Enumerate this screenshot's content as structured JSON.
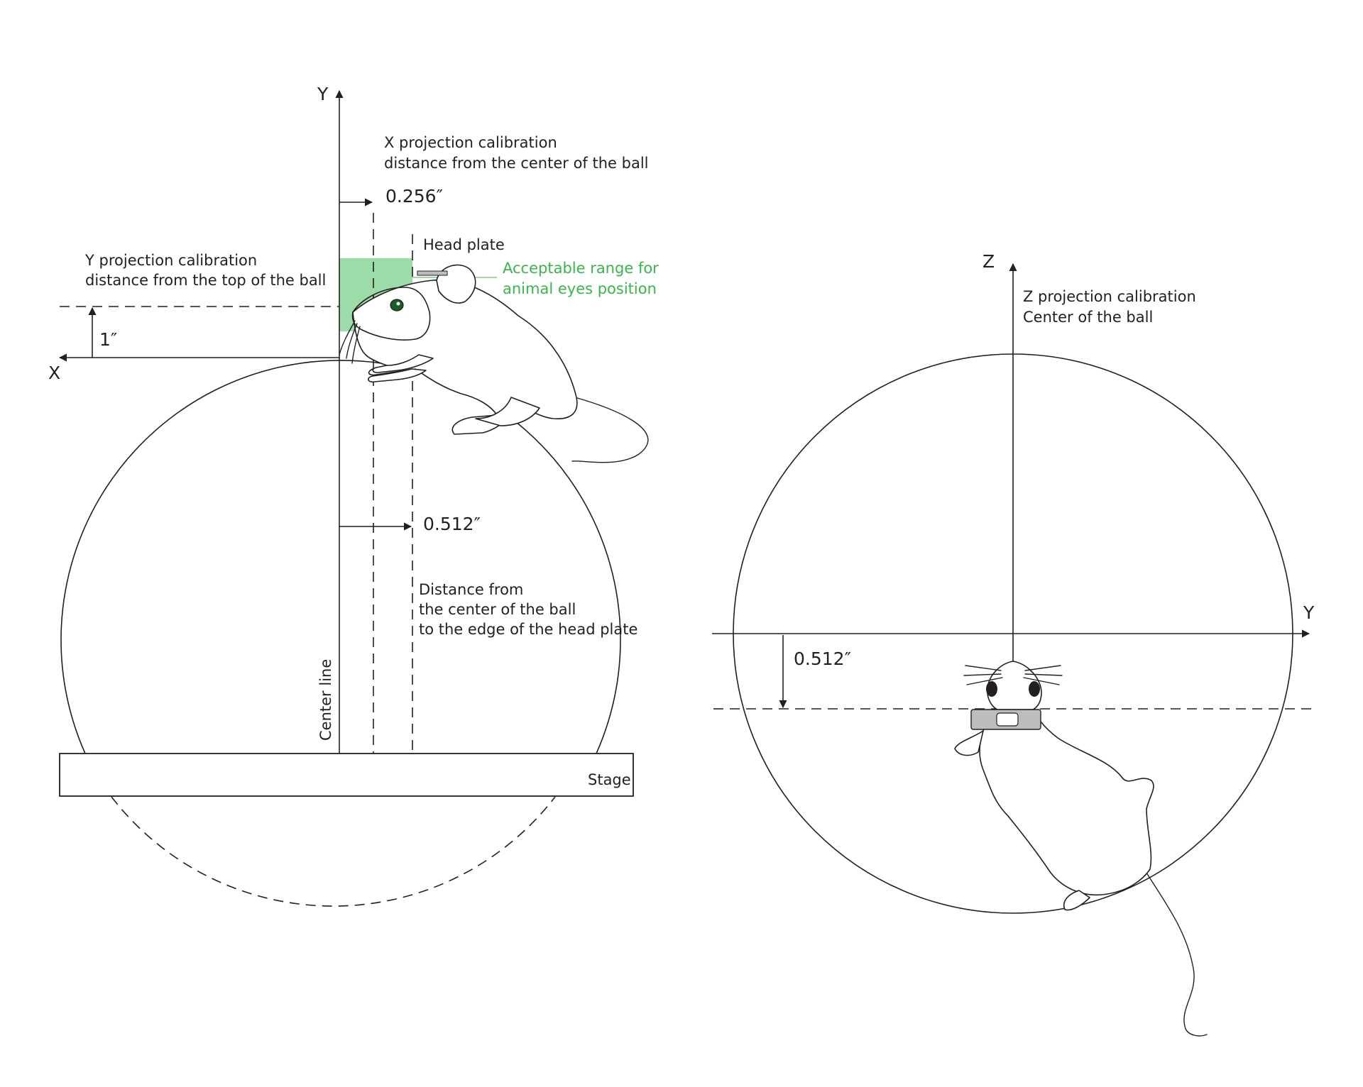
{
  "left_view": {
    "axis_y": "Y",
    "axis_x": "X",
    "x_calib_line1": "X projection calibration",
    "x_calib_line2": "distance from the center of the ball",
    "x_offset": "0.256″",
    "head_plate": "Head plate",
    "range_line1": "Acceptable range for",
    "range_line2": "animal eyes position",
    "y_calib_line1": "Y projection calibration",
    "y_calib_line2": "distance from the top of the ball",
    "y_offset": "1″",
    "plate_offset": "0.512″",
    "dist_line1": "Distance from",
    "dist_line2": "the center of the ball",
    "dist_line3": "to the edge of the head plate",
    "center_line": "Center line",
    "stage": "Stage"
  },
  "right_view": {
    "axis_z": "Z",
    "axis_y": "Y",
    "z_calib_line1": "Z projection calibration",
    "z_calib_line2": "Center of the ball",
    "z_offset": "0.512″"
  },
  "colors": {
    "line": "#231f20",
    "green_range": "#9bdca8",
    "green_text": "#39b54a"
  }
}
